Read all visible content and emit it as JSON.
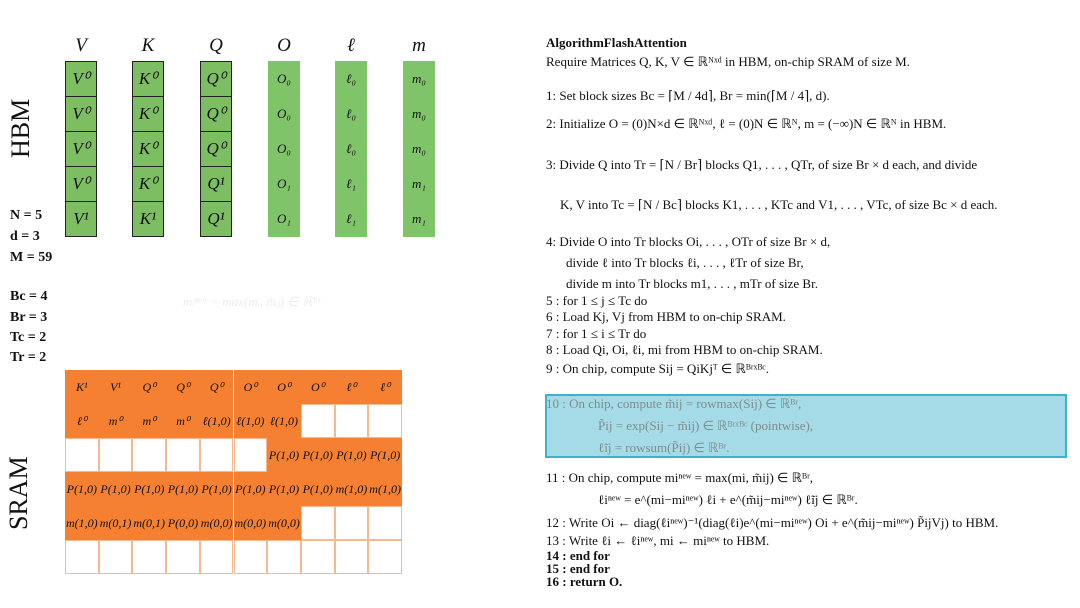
{
  "hbm": {
    "label": "HBM",
    "headers": [
      "V",
      "K",
      "Q",
      "O",
      "ℓ",
      "m"
    ],
    "columns": [
      [
        "V⁰",
        "V⁰",
        "V⁰",
        "V⁰",
        "V¹"
      ],
      [
        "K⁰",
        "K⁰",
        "K⁰",
        "K⁰",
        "K¹"
      ],
      [
        "Q⁰",
        "Q⁰",
        "Q⁰",
        "Q¹",
        "Q¹"
      ],
      [
        "O₀",
        "O₀",
        "O₀",
        "O₁",
        "O₁"
      ],
      [
        "ℓ₀",
        "ℓ₀",
        "ℓ₀",
        "ℓ₁",
        "ℓ₁"
      ],
      [
        "m₀",
        "m₀",
        "m₀",
        "m₁",
        "m₁"
      ]
    ]
  },
  "params": [
    "N = 5",
    "d = 3",
    "M = 59",
    "Bc = 4",
    "Br = 3",
    "Tc = 2",
    "Tr = 2"
  ],
  "ghost_text": "mᵢⁿᵉʷ = max(mᵢ, m̃ᵢⱼ) ∈ ℝᴮʳ",
  "sram": {
    "label": "SRAM",
    "rows": [
      [
        "K¹",
        "V¹",
        "Q⁰",
        "Q⁰",
        "Q⁰",
        "O⁰",
        "O⁰",
        "O⁰",
        "ℓ⁰",
        "ℓ⁰"
      ],
      [
        "ℓ⁰",
        "m⁰",
        "m⁰",
        "m⁰",
        "ℓ(1,0)",
        "ℓ(1,0)",
        "ℓ(1,0)",
        "",
        "",
        ""
      ],
      [
        "",
        "",
        "",
        "",
        "",
        "",
        "P(1,0)",
        "P(1,0)",
        "P(1,0)",
        "P(1,0)"
      ],
      [
        "P(1,0)",
        "P(1,0)",
        "P(1,0)",
        "P(1,0)",
        "P(1,0)",
        "P(1,0)",
        "P(1,0)",
        "P(1,0)",
        "m(1,0)",
        "m(1,0)"
      ],
      [
        "m(1,0)",
        "m(0,1)",
        "m(0,1)",
        "P(0,0)",
        "m(0,0)",
        "m(0,0)",
        "m(0,0)",
        "",
        "",
        ""
      ],
      [
        "",
        "",
        "",
        "",
        "",
        "",
        "",
        "",
        "",
        ""
      ]
    ],
    "filled": [
      [
        1,
        1,
        1,
        1,
        1,
        1,
        1,
        1,
        1,
        1
      ],
      [
        1,
        1,
        1,
        1,
        1,
        1,
        1,
        0,
        0,
        0
      ],
      [
        0,
        0,
        0,
        0,
        0,
        0,
        1,
        1,
        1,
        1
      ],
      [
        1,
        1,
        1,
        1,
        1,
        1,
        1,
        1,
        1,
        1
      ],
      [
        1,
        1,
        1,
        1,
        1,
        1,
        1,
        0,
        0,
        0
      ],
      [
        0,
        0,
        0,
        0,
        0,
        0,
        0,
        0,
        0,
        0
      ]
    ]
  },
  "algorithm": {
    "title": "AlgorithmFlashAttention",
    "require": "Require Matrices Q, K, V ∈ ℝᴺˣᵈ in HBM, on-chip SRAM of size M.",
    "lines": [
      "1: Set block sizes Bc = ⌈M / 4d⌉, Br = min(⌈M / 4⌉, d).",
      "2: Initialize O = (0)N×d ∈ ℝᴺˣᵈ, ℓ = (0)N ∈ ℝᴺ, m = (−∞)N ∈ ℝᴺ in HBM.",
      "3: Divide Q into Tr = ⌈N / Br⌉ blocks Q1, . . . , QTr, of size Br × d each, and divide",
      "K, V into Tc = ⌈N / Bc⌉ blocks K1, . . . , KTc and V1, . . . , VTc, of size Bc × d each.",
      "4: Divide O into Tr blocks Oi, . . . , OTr of size Br × d,",
      "divide ℓ into Tr blocks ℓi, . . . , ℓTr of size Br,",
      "divide m into Tr blocks m1, . . . , mTr of size Br.",
      "5 : for 1 ≤ j ≤ Tc do",
      "6 :   Load Kj, Vj from HBM to on-chip SRAM.",
      "7 :   for 1 ≤ i ≤ Tr do",
      "8 :     Load Qi, Oi, ℓi, mi from HBM to on-chip SRAM.",
      "9 :     On chip, compute Sij = QiKjᵀ ∈ ℝᴮʳˣᴮᶜ.",
      "10 :      On chip, compute m̃ij = rowmax(Sij) ∈ ℝᴮʳ,",
      "P̃ij = exp(Sij − m̃ij) ∈ ℝᴮʳˣᴮᶜ (pointwise),",
      "ℓ̃ij = rowsum(P̃ij) ∈ ℝᴮʳ.",
      "11 :      On chip, compute miⁿᵉʷ = max(mi, m̃ij) ∈ ℝᴮʳ,",
      "ℓiⁿᵉʷ = e^(mi−miⁿᵉʷ) ℓi + e^(m̃ij−miⁿᵉʷ) ℓ̃ij ∈ ℝᴮʳ.",
      "12 :      Write Oi ← diag(ℓiⁿᵉʷ)⁻¹(diag(ℓi)e^(mi−miⁿᵉʷ) Oi + e^(m̃ij−miⁿᵉʷ) P̃ijVj) to HBM.",
      "13 :      Write ℓi ← ℓiⁿᵉʷ, mi ← miⁿᵉʷ to HBM.",
      "14 :    end for",
      "15 : end for",
      "16 : return O."
    ]
  },
  "colors": {
    "hbm_green_dark": "#7dbe63",
    "hbm_green_light": "#80c46a",
    "sram_orange": "#f58031",
    "highlight_fill": "#a5dbe6",
    "highlight_border": "#3cb2cc"
  }
}
